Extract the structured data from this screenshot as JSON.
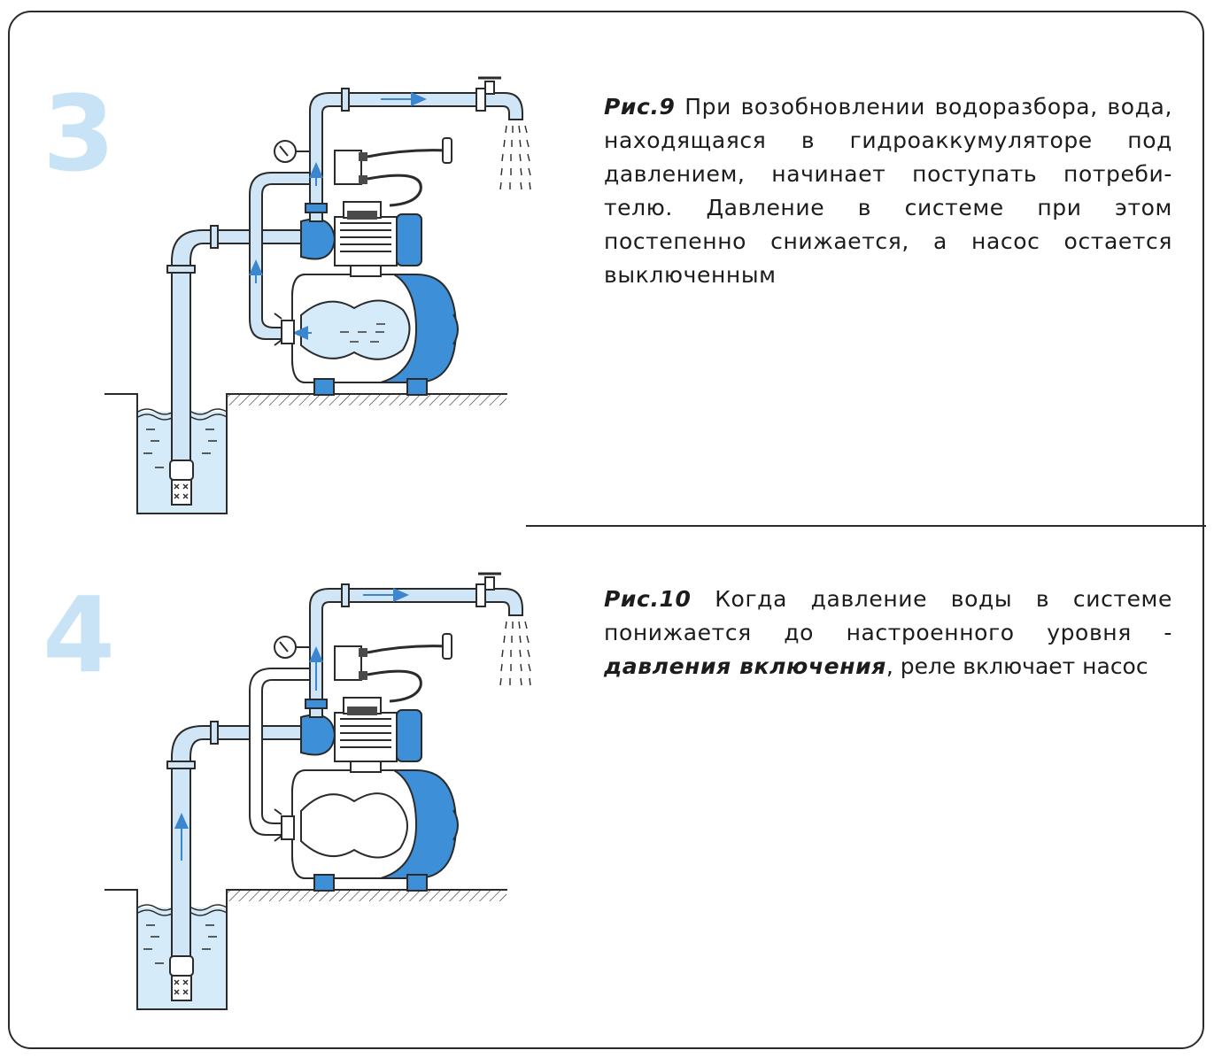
{
  "colors": {
    "water": "#d6ebf9",
    "pipe_fill": "#d0e6f7",
    "blue": "#3d8fd8",
    "arrow": "#3b86cf",
    "stroke": "#2b2b2b",
    "step_number": "#c8e3f6"
  },
  "steps": [
    {
      "number": "3",
      "figure": "Рис.9",
      "text": " При возобновлении водоразбора, вода, находящаяся в гидроаккумуляторе под давлением, начинает поступать потреби-телю. Давление в системе при этом постепенно снижается, а насос остается выключенным"
    },
    {
      "number": "4",
      "figure": "Рис.10",
      "text": " Когда давление воды в системе понижается до настроенного уровня -",
      "emphasis": "давления включения",
      "text_after": ", реле включает насос"
    }
  ]
}
